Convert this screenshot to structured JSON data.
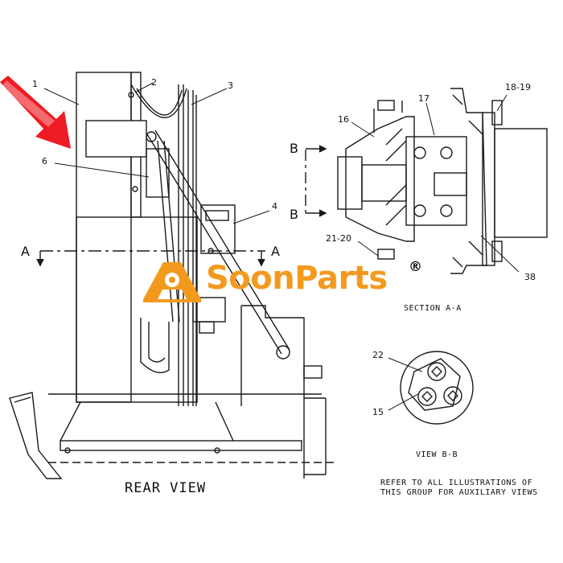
{
  "brand": {
    "name": "SoonParts",
    "registered_mark": "®",
    "accent_color": "#f39a1e"
  },
  "callouts": {
    "c1": "1",
    "c2": "2",
    "c3": "3",
    "c4": "4",
    "c6": "6",
    "c16": "16",
    "c17": "17",
    "c18_19": "18-19",
    "c21_20": "21-20",
    "c38": "38",
    "c22": "22",
    "c15": "15"
  },
  "section_markers": {
    "a_left": "A",
    "a_right": "A",
    "b_top": "B",
    "b_bottom": "B"
  },
  "titles": {
    "rear_view": "REAR VIEW",
    "section_aa": "SECTION A-A",
    "view_bb": "VIEW B-B"
  },
  "notes": {
    "line1": "REFER TO ALL ILLUSTRATIONS OF",
    "line2": "THIS GROUP FOR AUXILIARY VIEWS"
  },
  "colors": {
    "pointer_arrow": "#ee1c24",
    "line": "#1a1a1a"
  }
}
